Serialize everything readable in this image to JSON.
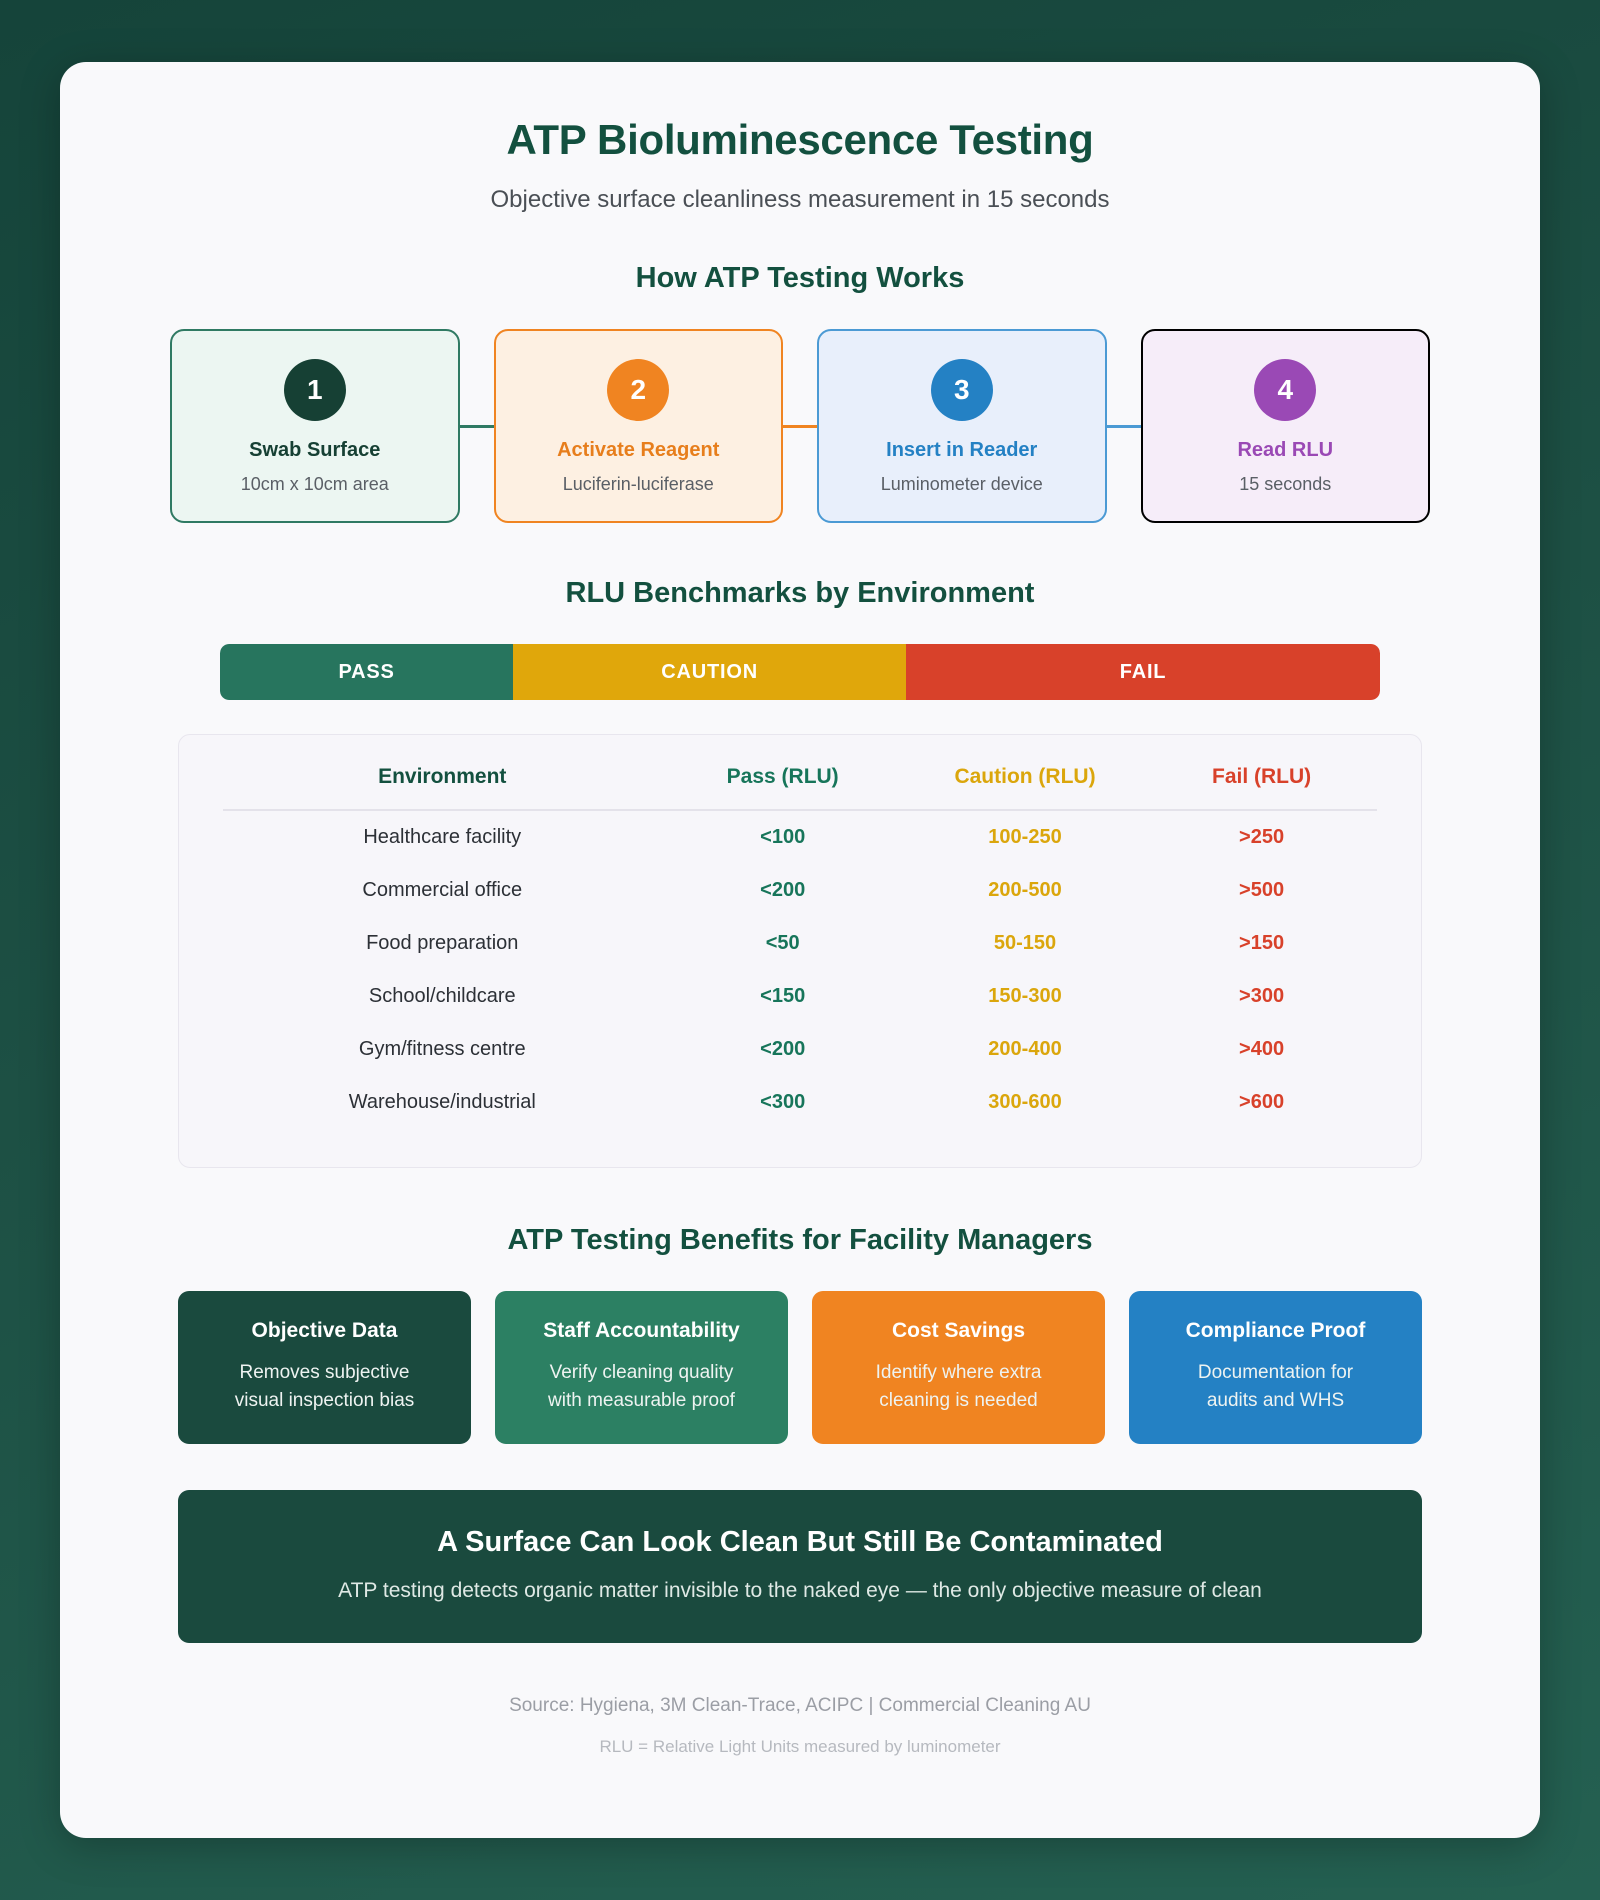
{
  "header": {
    "title": "ATP Bioluminescence Testing",
    "subtitle": "Objective surface cleanliness measurement in 15 seconds"
  },
  "process": {
    "heading": "How ATP Testing Works",
    "steps": [
      {
        "number": "1",
        "label": "Swab Surface",
        "desc": "10cm x 10cm area",
        "circle_color": "#164034",
        "border_color": "#2f7a63",
        "bg_color": "#ecf6f2",
        "text_color": "#164034"
      },
      {
        "number": "2",
        "label": "Activate Reagent",
        "desc": "Luciferin-luciferase",
        "circle_color": "#f08421",
        "border_color": "#f08421",
        "bg_color": "#fdf0e2",
        "text_color": "#e77e1c"
      },
      {
        "number": "3",
        "label": "Insert in Reader",
        "desc": "Luminometer device",
        "circle_color": "#2481c4",
        "border_color": "#4b9ad4",
        "bg_color": "#e8effb",
        "text_color": "#2481c4"
      },
      {
        "number": "4",
        "label": "Read RLU",
        "desc": "15 seconds",
        "circle_color": "#9a49b5",
        "border_color": "#a濃",
        "bg_color": "#f6edf9",
        "text_color": "#9a49b5"
      }
    ]
  },
  "benchmarks": {
    "heading": "RLU Benchmarks by Environment",
    "status_bar": [
      {
        "label": "PASS",
        "color": "#27755e"
      },
      {
        "label": "CAUTION",
        "color": "#e0a70b"
      },
      {
        "label": "FAIL",
        "color": "#d8412a"
      }
    ],
    "columns": [
      "Environment",
      "Pass (RLU)",
      "Caution (RLU)",
      "Fail (RLU)"
    ],
    "rows": [
      {
        "environment": "Healthcare facility",
        "pass": "<100",
        "caution": "100-250",
        "fail": ">250"
      },
      {
        "environment": "Commercial office",
        "pass": "<200",
        "caution": "200-500",
        "fail": ">500"
      },
      {
        "environment": "Food preparation",
        "pass": "<50",
        "caution": "50-150",
        "fail": ">150"
      },
      {
        "environment": "School/childcare",
        "pass": "<150",
        "caution": "150-300",
        "fail": ">300"
      },
      {
        "environment": "Gym/fitness centre",
        "pass": "<200",
        "caution": "200-400",
        "fail": ">400"
      },
      {
        "environment": "Warehouse/industrial",
        "pass": "<300",
        "caution": "300-600",
        "fail": ">600"
      }
    ]
  },
  "benefits": {
    "heading": "ATP Testing Benefits for Facility Managers",
    "items": [
      {
        "title": "Objective Data",
        "desc": "Removes subjective\nvisual inspection bias",
        "color": "#1a4a3e"
      },
      {
        "title": "Staff Accountability",
        "desc": "Verify cleaning quality\nwith measurable proof",
        "color": "#2c8063"
      },
      {
        "title": "Cost Savings",
        "desc": "Identify where extra\ncleaning is needed",
        "color": "#f08421"
      },
      {
        "title": "Compliance Proof",
        "desc": "Documentation for\naudits and WHS",
        "color": "#2481c4"
      }
    ]
  },
  "banner": {
    "title": "A Surface Can Look Clean But Still Be Contaminated",
    "subtitle": "ATP testing detects organic matter invisible to the naked eye — the only objective measure of clean"
  },
  "footer": {
    "source": "Source: Hygiena, 3M Clean-Trace, ACIPC | Commercial Cleaning AU",
    "note": "RLU = Relative Light Units measured by luminometer"
  }
}
